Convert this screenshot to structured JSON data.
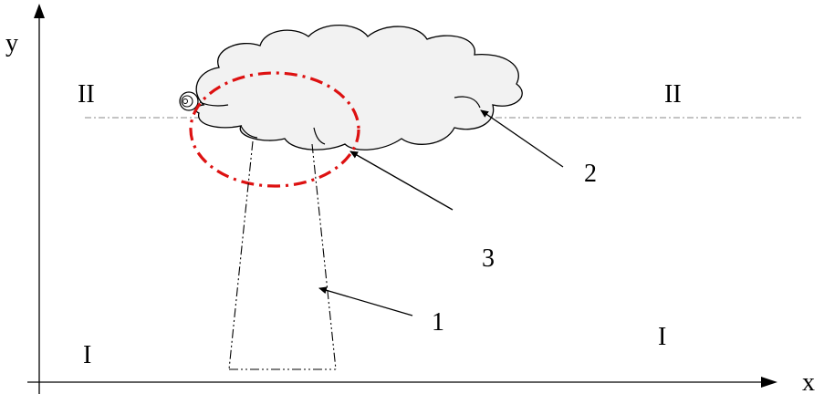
{
  "axes": {
    "x_label": "x",
    "y_label": "y"
  },
  "regions": {
    "upper_left": "II",
    "upper_right": "II",
    "lower_left": "I",
    "lower_right": "I"
  },
  "callouts": {
    "one": "1",
    "two": "2",
    "three": "3"
  },
  "colors": {
    "stroke": "#000000",
    "cloud_fill": "#f2f2f2",
    "highlight": "#dd1111",
    "boundary_line": "#888888"
  },
  "icons": {
    "axis_arrow": "arrowhead-icon",
    "source": "spiral-source-icon"
  }
}
